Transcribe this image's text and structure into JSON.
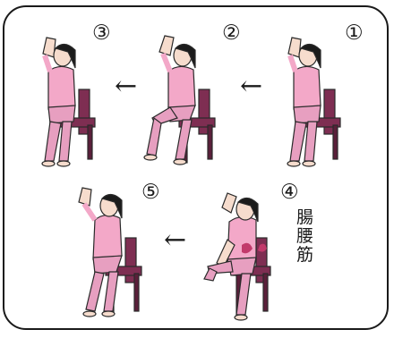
{
  "steps": [
    {
      "number": "①"
    },
    {
      "number": "②"
    },
    {
      "number": "③"
    },
    {
      "number": "④"
    },
    {
      "number": "⑤"
    }
  ],
  "arrow_glyph": "←",
  "muscle_label": "腸腰筋",
  "colors": {
    "shirt": "#f3a8c8",
    "pants": "#e79fc0",
    "chair": "#7e2e52",
    "chair_dark": "#5a1f3a",
    "skin": "#f6dccd",
    "hair": "#1b1b1b",
    "outline": "#2a2a2a",
    "muscle": "#c23a6b"
  }
}
